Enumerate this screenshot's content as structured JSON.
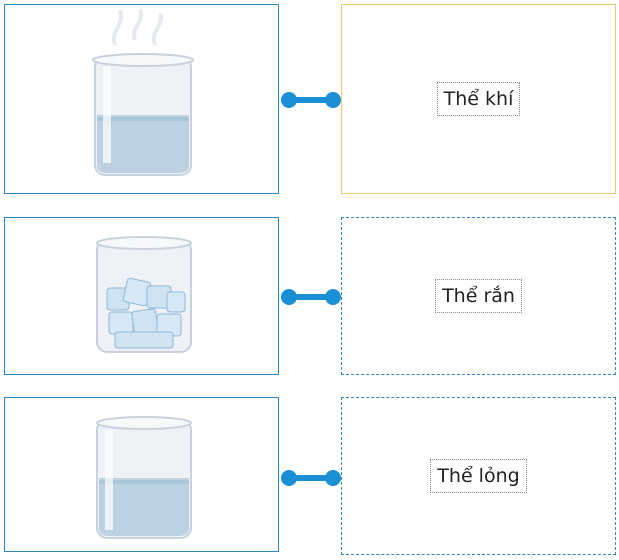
{
  "colors": {
    "image_card_border": "#2e86c8",
    "answer_border_selected": "#f0c772",
    "answer_border_default": "#2e86c8",
    "connector": "#1a8fd6"
  },
  "rows": [
    {
      "image": "beaker-steam",
      "answer": "Thể khí",
      "selected": true
    },
    {
      "image": "beaker-ice",
      "answer": "Thể rắn",
      "selected": false
    },
    {
      "image": "beaker-water",
      "answer": "Thể lỏng",
      "selected": false
    }
  ]
}
